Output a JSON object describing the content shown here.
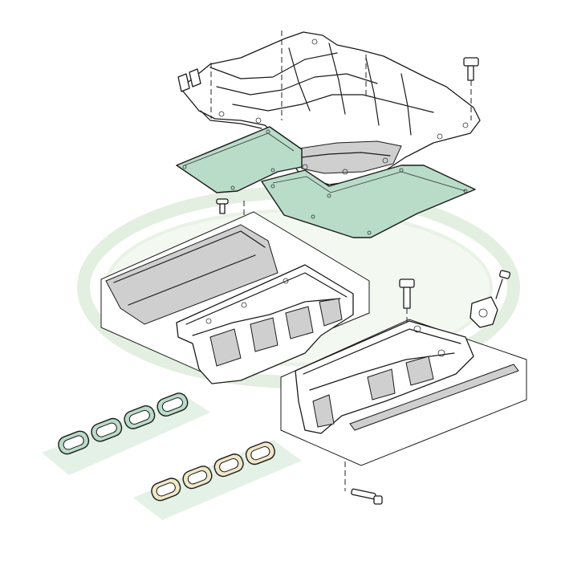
{
  "diagram": {
    "background_logo_color": "#dfeedd",
    "gasket_fill_color": "#b9dcc9",
    "line_color": "#1a1a1a",
    "parts": [
      {
        "id": "upper-intake-manifold",
        "shape": "manifold-housing"
      },
      {
        "id": "upper-gasket-left",
        "shape": "gasket"
      },
      {
        "id": "upper-gasket-right",
        "shape": "gasket"
      },
      {
        "id": "upper-bolt",
        "shape": "bolt"
      },
      {
        "id": "center-bolt",
        "shape": "bolt"
      },
      {
        "id": "left-lower-manifold",
        "shape": "manifold-housing"
      },
      {
        "id": "left-baffle-plate",
        "shape": "plate"
      },
      {
        "id": "right-lower-manifold",
        "shape": "manifold-housing"
      },
      {
        "id": "right-seal-strip",
        "shape": "strip"
      },
      {
        "id": "right-stud-bolt",
        "shape": "bolt"
      },
      {
        "id": "sensor-bracket",
        "shape": "sensor"
      },
      {
        "id": "sensor-bolt",
        "shape": "bolt"
      },
      {
        "id": "bottom-bolt",
        "shape": "bolt"
      },
      {
        "id": "port-gasket-upper",
        "shape": "port-gasket"
      },
      {
        "id": "port-gasket-lower",
        "shape": "port-gasket"
      }
    ]
  }
}
